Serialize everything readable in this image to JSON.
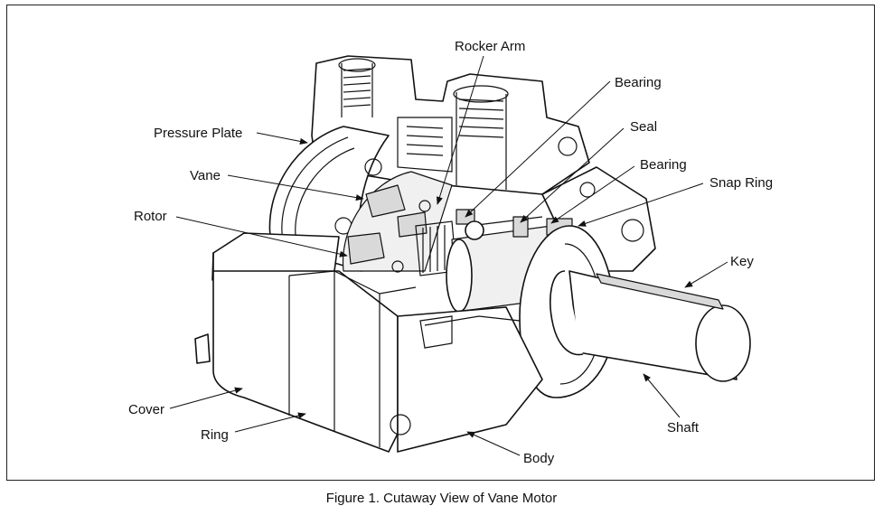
{
  "labels": {
    "rocker_arm": "Rocker Arm",
    "bearing_top": "Bearing",
    "pressure_plate": "Pressure Plate",
    "seal": "Seal",
    "bearing_mid": "Bearing",
    "vane": "Vane",
    "snap_ring": "Snap Ring",
    "rotor": "Rotor",
    "key": "Key",
    "cover": "Cover",
    "shaft": "Shaft",
    "ring": "Ring",
    "body": "Body"
  },
  "caption": "Figure 1.  Cutaway View of Vane Motor"
}
